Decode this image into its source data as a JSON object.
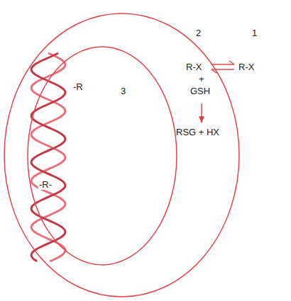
{
  "diagram": {
    "nodes": [
      {
        "text": [
          "2"
        ]
      },
      {
        "text": [
          "3"
        ],
        "in": 0
      }
    ],
    "labels": [
      "1",
      "R-X",
      "R-X",
      "+",
      "GSH",
      "RSG + HX",
      "-R",
      "-R-"
    ]
  }
}
